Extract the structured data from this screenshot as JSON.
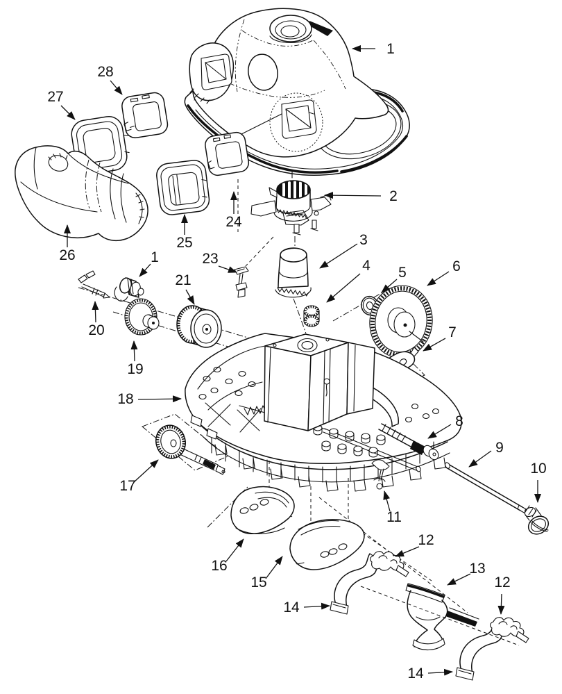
{
  "figure": {
    "kind": "exploded-parts-diagram",
    "background": "#ffffff",
    "ink": "#111111"
  },
  "callouts": [
    {
      "number": "1"
    },
    {
      "number": "28"
    },
    {
      "number": "27"
    },
    {
      "number": "26"
    },
    {
      "number": "25"
    },
    {
      "number": "24"
    },
    {
      "number": "2"
    },
    {
      "number": "3"
    },
    {
      "number": "23"
    },
    {
      "number": "4"
    },
    {
      "number": "5"
    },
    {
      "number": "6"
    },
    {
      "number": "7"
    },
    {
      "number": "1"
    },
    {
      "number": "21"
    },
    {
      "number": "20"
    },
    {
      "number": "19"
    },
    {
      "number": "18"
    },
    {
      "number": "17"
    },
    {
      "number": "16"
    },
    {
      "number": "15"
    },
    {
      "number": "14"
    },
    {
      "number": "11"
    },
    {
      "number": "8"
    },
    {
      "number": "9"
    },
    {
      "number": "10"
    },
    {
      "number": "12"
    },
    {
      "number": "13"
    },
    {
      "number": "12"
    },
    {
      "number": "14"
    }
  ]
}
